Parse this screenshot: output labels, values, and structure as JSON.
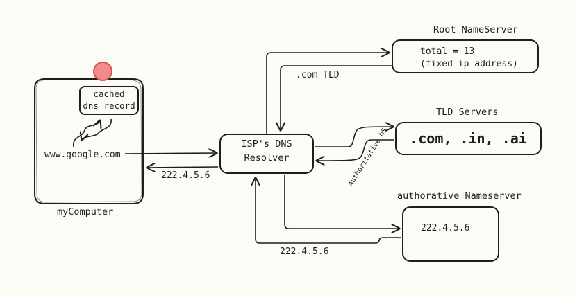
{
  "diagram": {
    "my_computer": {
      "label": "myComputer",
      "url": "www.google.com"
    },
    "cache": {
      "line1": "cached",
      "line2": "dns record"
    },
    "resolver": {
      "line1": "ISP's DNS",
      "line2": "Resolver"
    },
    "root_server": {
      "title": "Root NameServer",
      "line1": "total = 13",
      "line2": "(fixed ip address)"
    },
    "tld_servers": {
      "title": "TLD Servers",
      "domains": ".com, .in, .ai"
    },
    "authoritative_server": {
      "title": "authorative Nameserver",
      "ip": "222.4.5.6"
    },
    "edge_labels": {
      "com_tld": ".com TLD",
      "authoritative_ns": "Authoritative NS",
      "resolver_to_computer": "222.4.5.6",
      "auth_to_resolver": "222.4.5.6"
    },
    "colors": {
      "stroke": "#1e1e1e",
      "background": "#fdfbf5",
      "indicator": "#f28b8b",
      "indicator_stroke": "#d9534f"
    }
  }
}
